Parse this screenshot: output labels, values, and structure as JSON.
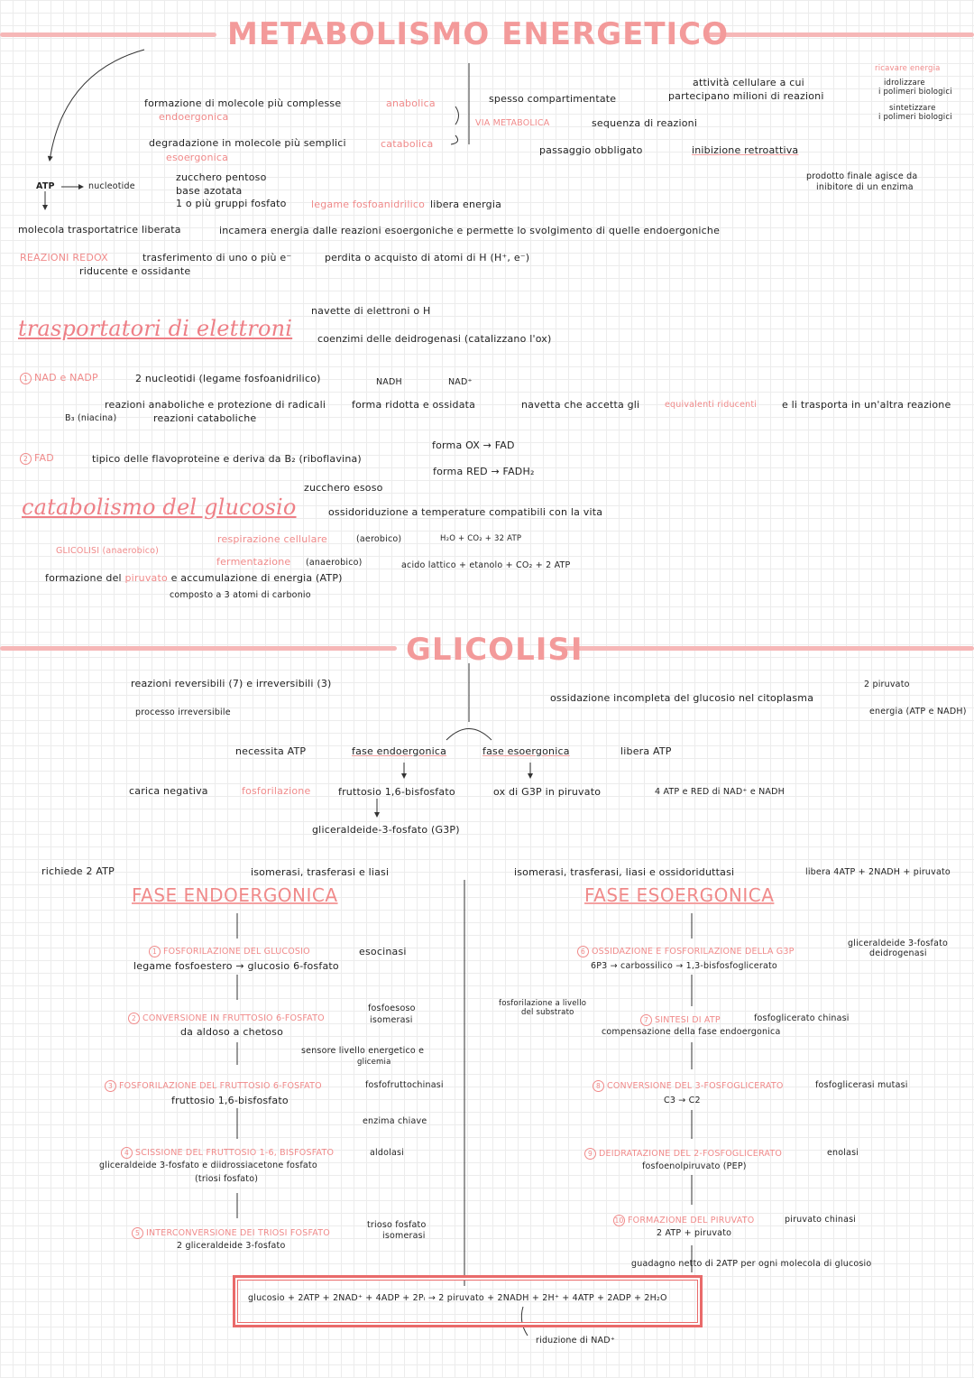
{
  "title": "METABOLISMO ENERGETICO",
  "top": {
    "anabolic": "formazione di molecole più complesse",
    "anabolic_label": "anabolica",
    "anabolic_sub": "endoergonica",
    "catabolic": "degradazione in molecole più semplici",
    "catabolic_label": "catabolica",
    "catabolic_sub": "esoergonica",
    "often": "spesso compartimentate",
    "via": "VIA METABOLICA",
    "sequence": "sequenza di reazioni",
    "obligatory": "passaggio obbligato",
    "feedback": "inibizione retroattiva",
    "feedback_note_1": "prodotto finale agisce da",
    "feedback_note_2": "inibitore di un enzima",
    "activity_1": "attività cellulare a cui",
    "activity_2": "partecipano milioni di reazioni",
    "r_energy": "ricavare energia",
    "r_hydro": "idrolizzare",
    "r_hydro_sub": "i polimeri biologici",
    "r_synth": "sintetizzare",
    "r_synth_sub": "i polimeri biologici"
  },
  "atp": {
    "label": "ATP",
    "nucleotide": "nucleotide",
    "sugar": "zucchero pentoso",
    "base": "base azotata",
    "phosphate": "1 o più gruppi fosfato",
    "bond": "legame fosfoanidrilico",
    "bond_note": "libera energia",
    "carrier": "molecola trasportatrice liberata",
    "carrier_note": "incamera energia dalle reazioni esoergoniche e permette lo svolgimento di quelle endoergoniche",
    "redox": "REAZIONI REDOX",
    "redox_note": "trasferimento di uno o più e⁻",
    "redox_note2": "perdita o acquisto di atomi di  H (H⁺, e⁻)",
    "redox_sub": "riducente e ossidante"
  },
  "carriers": {
    "heading": "trasportatori di elettroni",
    "shuttle": "navette di elettroni o H",
    "coenzymes": "coenzimi delle deidrogenasi (catalizzano l'ox)",
    "nad": "NAD e NADP",
    "nad_note": "2 nucleotidi (legame fosfoanidrilico)",
    "nadh": "NADH",
    "nadp_plus": "NAD⁺",
    "anab": "reazioni anaboliche e protezione di radicali",
    "catab": "reazioni cataboliche",
    "niacin": "B₃ (niacina)",
    "forms": "forma ridotta  e ossidata",
    "shuttle2": "navetta che accetta gli",
    "equiv": "equivalenti riducenti",
    "shuttle3": "e li trasporta in un'altra reazione",
    "fad": "FAD",
    "fad_note": "tipico delle flavoproteine e deriva da B₂ (riboflavina)",
    "fad_ox": "forma OX  →  FAD",
    "fad_red": "forma RED  →  FADH₂"
  },
  "glucose": {
    "heading": "catabolismo del glucosio",
    "sugar": "zucchero esoso",
    "oxidation": "ossidoriduzione a temperature compatibili con la vita",
    "glycolysis": "GLICOLISI (anaerobico)",
    "resp": "respirazione cellulare",
    "resp_note": "(aerobico)",
    "resp_products": "H₂O + CO₂ + 32 ATP",
    "ferm": "fermentazione",
    "ferm_note": "(anaerobico)",
    "ferm_products": "acido lattico + etanolo + CO₂ + 2 ATP",
    "pyruvate_form": "formazione del",
    "pyruvate": "piruvato",
    "pyruvate_form2": "e accumulazione di energia (ATP)",
    "compound": "composto a 3 atomi di carbonio"
  },
  "glicolisi": {
    "title": "GLICOLISI",
    "reversible": "reazioni reversibili (7) e irreversibili (3)",
    "irreversible": "processo irreversibile",
    "incomplete": "ossidazione incompleta del glucosio nel citoplasma",
    "two_pyr": "2 piruvato",
    "energy": "energia (ATP e NADH)",
    "needs_atp": "necessita ATP",
    "endo": "fase endoergonica",
    "eso": "fase esoergonica",
    "frees_atp": "libera ATP",
    "neg_charge": "carica negativa",
    "phosph": "fosforilazione",
    "fbp": "fruttosio 1,6-bisfosfato",
    "ox_g3p": "ox di G3P in piruvato",
    "atp_red": "4 ATP e RED di NAD⁺ e NADH",
    "g3p": "gliceraldeide-3-fosfato (G3P)"
  },
  "endo_phase": {
    "requires": "richiede 2 ATP",
    "enzymes": "isomerasi, trasferasi e liasi",
    "title": "FASE ENDOERGONICA",
    "s1": "FOSFORILAZIONE DEL GLUCOSIO",
    "s1_enz": "esocinasi",
    "s1_sub": "legame fosfoestero  →  glucosio 6-fosfato",
    "s2": "CONVERSIONE IN FRUTTOSIO 6-FOSFATO",
    "s2_enz": "fosfoesoso",
    "s2_enz2": "isomerasi",
    "s2_sub": "da aldoso a chetoso",
    "sensor": "sensore livello energetico e",
    "sensor2": "glicemia",
    "s3": "FOSFORILAZIONE DEL FRUTTOSIO 6-FOSFATO",
    "s3_enz": "fosfofruttochinasi",
    "s3_sub": "fruttosio 1,6-bisfosfato",
    "key": "enzima chiave",
    "s4": "SCISSIONE DEL FRUTTOSIO 1-6, BISFOSFATO",
    "s4_enz": "aldolasi",
    "s4_sub": "gliceraldeide 3-fosfato e diidrossiacetone fosfato",
    "s4_sub2": "(triosi fosfato)",
    "s5": "INTERCONVERSIONE DEI TRIOSI FOSFATO",
    "s5_enz": "trioso fosfato",
    "s5_enz2": "isomerasi",
    "s5_sub": "2 gliceraldeide 3-fosfato"
  },
  "eso_phase": {
    "enzymes": "isomerasi, trasferasi, liasi e ossidoriduttasi",
    "frees": "libera 4ATP + 2NADH + piruvato",
    "title": "FASE ESOERGONICA",
    "s6": "OSSIDAZIONE E FOSFORILAZIONE DELLA G3P",
    "s6_enz": "gliceraldeide 3-fosfato",
    "s6_enz2": "deidrogenasi",
    "s6_sub": "6P3 → carbossilico → 1,3-bisfosfoglicerato",
    "substrate": "fosforilazione a livello",
    "substrate2": "del substrato",
    "s7": "SINTESI DI ATP",
    "s7_enz": "fosfoglicerato chinasi",
    "s7_sub": "compensazione della fase endoergonica",
    "s8": "CONVERSIONE DEL 3-FOSFOGLICERATO",
    "s8_enz": "fosfoglicerasi mutasi",
    "s8_sub": "C3 → C2",
    "s9": "DEIDRATAZIONE DEL 2-FOSFOGLICERATO",
    "s9_enz": "enolasi",
    "s9_sub": "fosfoenolpiruvato (PEP)",
    "s10": "FORMAZIONE DEL PIRUVATO",
    "s10_enz": "piruvato chinasi",
    "s10_sub": "2 ATP + piruvato",
    "gain": "guadagno netto di 2ATP per ogni molecola di glucosio"
  },
  "equation": {
    "text": "glucosio + 2ATP + 2NAD⁺ + 4ADP + 2Pᵢ  →  2 piruvato + 2NADH + 2H⁺ + 4ATP + 2ADP + 2H₂O",
    "reduction": "riduzione di NAD⁺"
  },
  "step_numbers": [
    "1",
    "2",
    "3",
    "4",
    "5",
    "6",
    "7",
    "8",
    "9",
    "10"
  ],
  "colors": {
    "accent": "#f08a8a",
    "bar": "#f6b7b7",
    "box": "#e96a6a"
  }
}
